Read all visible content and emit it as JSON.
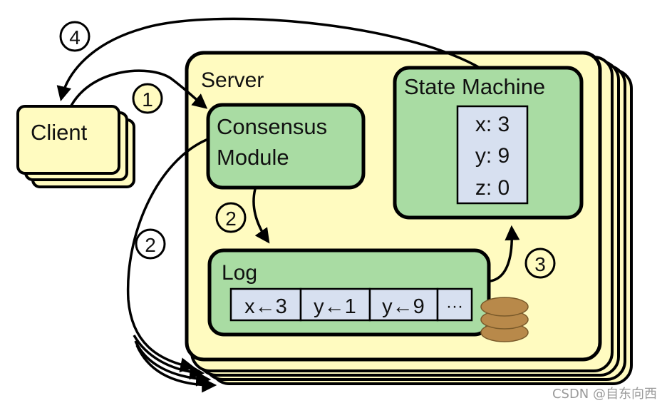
{
  "diagram": {
    "client": {
      "label": "Client"
    },
    "server": {
      "label": "Server",
      "consensus_module": {
        "line1": "Consensus",
        "line2": "Module"
      },
      "state_machine": {
        "label": "State Machine",
        "entries": [
          "x: 3",
          "y: 9",
          "z: 0"
        ]
      },
      "log": {
        "label": "Log",
        "entries": [
          "x←3",
          "y←1",
          "y←9",
          "···"
        ]
      }
    },
    "steps": {
      "s1": "1",
      "s2a": "2",
      "s2b": "2",
      "s3": "3",
      "s4": "4"
    },
    "colors": {
      "server_fill": "#fffbc0",
      "module_fill": "#a9dca3",
      "cell_fill": "#d7e0f0",
      "disk_fill": "#b8894a"
    }
  },
  "watermark": "CSDN @自东向西"
}
